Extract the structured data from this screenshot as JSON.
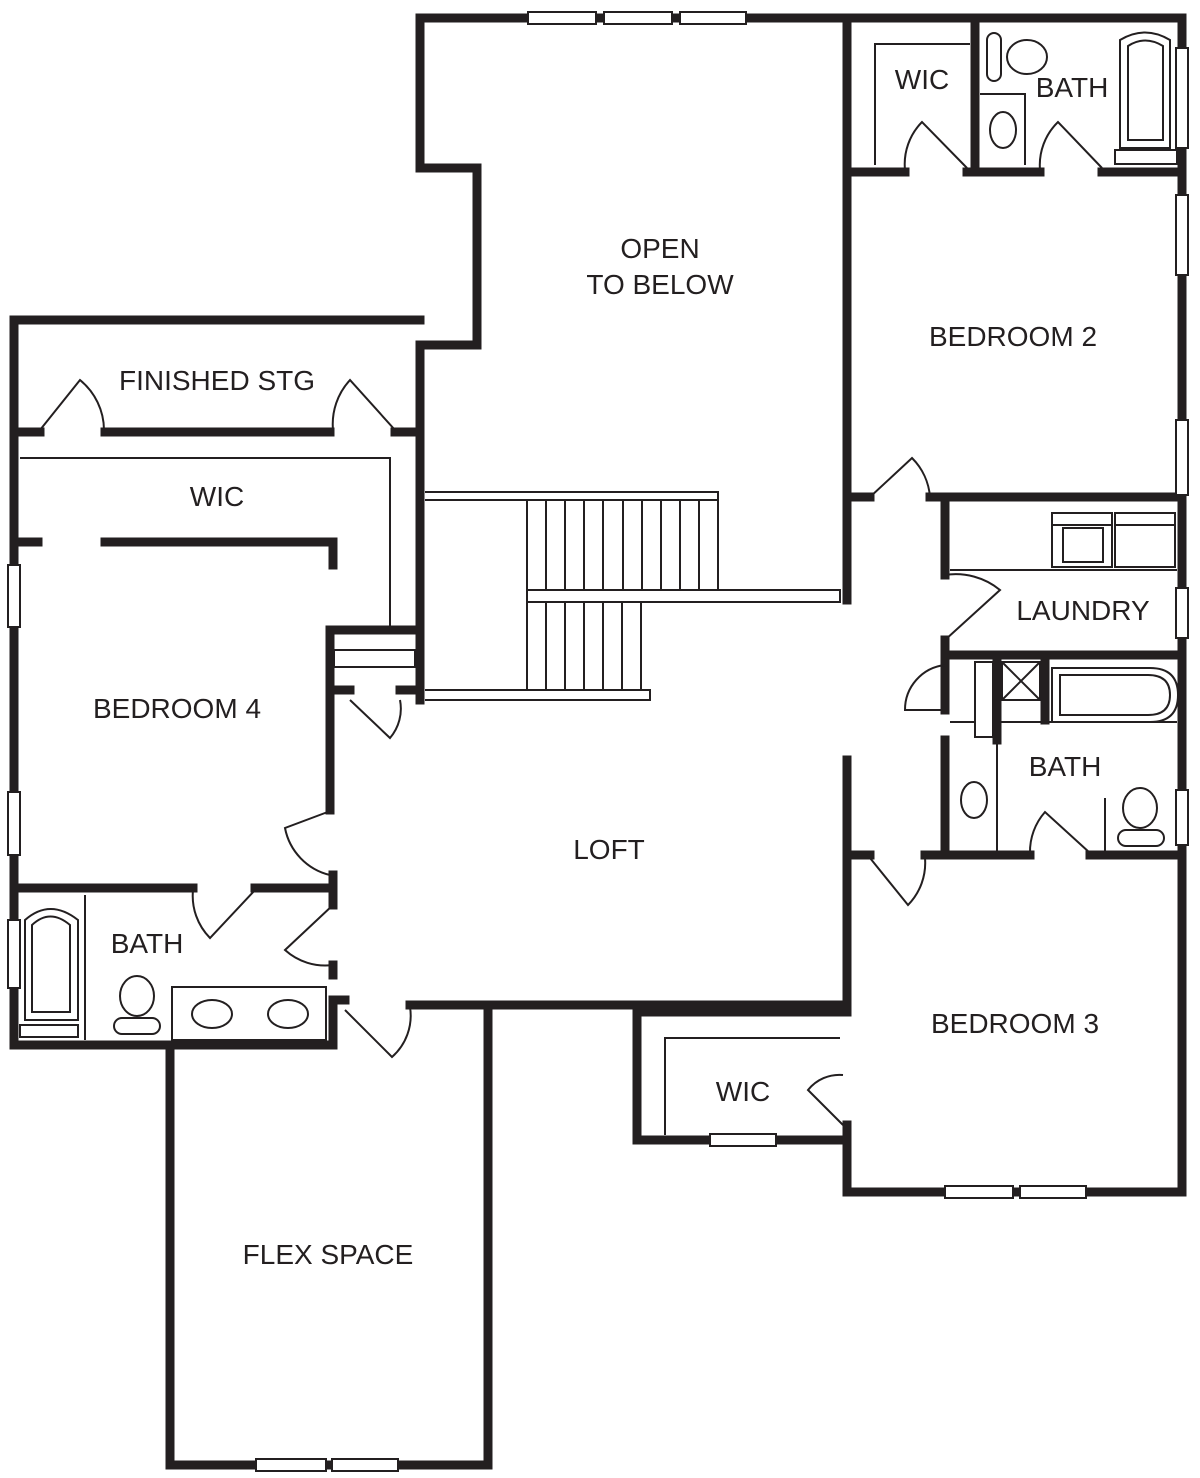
{
  "rooms": {
    "open_to_below": [
      "OPEN",
      "TO BELOW"
    ],
    "wic_top": "WIC",
    "bath_top": "BATH",
    "bedroom_2": "BEDROOM 2",
    "finished_stg": "FINISHED STG",
    "wic_left": "WIC",
    "bedroom_4": "BEDROOM 4",
    "laundry": "LAUNDRY",
    "bath_right": "BATH",
    "loft": "LOFT",
    "bath_left": "BATH",
    "bedroom_3": "BEDROOM 3",
    "wic_bottom": "WIC",
    "flex_space": "FLEX SPACE"
  },
  "colors": {
    "wall": "#231f20",
    "background": "#ffffff"
  }
}
